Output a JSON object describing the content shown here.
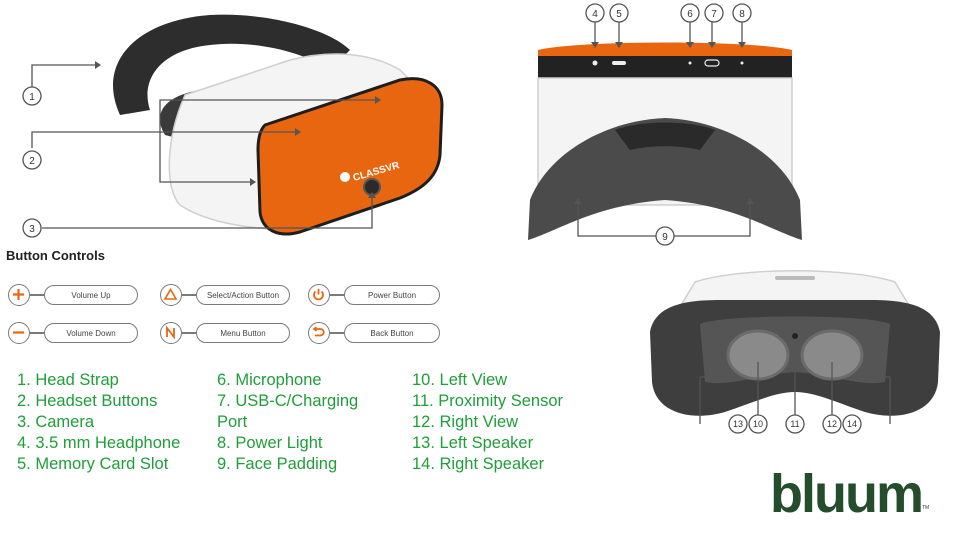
{
  "button_controls": {
    "title": "Button Controls",
    "items": [
      {
        "label": "Volume Up",
        "icon": "plus-icon"
      },
      {
        "label": "Volume Down",
        "icon": "minus-icon"
      },
      {
        "label": "Select/Action Button",
        "icon": "triangle-icon"
      },
      {
        "label": "Menu Button",
        "icon": "n-icon"
      },
      {
        "label": "Power Button",
        "icon": "power-icon"
      },
      {
        "label": "Back Button",
        "icon": "back-arrow-icon"
      }
    ]
  },
  "legend": {
    "col1": [
      "1. Head Strap",
      "2. Headset Buttons",
      "3. Camera",
      "4. 3.5 mm Headphone",
      "5. Memory Card Slot"
    ],
    "col2": [
      "6. Microphone",
      "7. USB-C/Charging",
      "Port",
      "8. Power Light",
      "9. Face Padding"
    ],
    "col3": [
      "10. Left View",
      "11. Proximity Sensor",
      "12. Right View",
      "13. Left Speaker",
      "14. Right Speaker"
    ]
  },
  "callouts": {
    "c1": "1",
    "c2": "2",
    "c3": "3",
    "c4": "4",
    "c5": "5",
    "c6": "6",
    "c7": "7",
    "c8": "8",
    "c9": "9",
    "c10": "10",
    "c11": "11",
    "c12": "12",
    "c13": "13",
    "c14": "14"
  },
  "headset_brand": "CLASSVR",
  "logo": {
    "text": "bluum",
    "trademark": "TM"
  },
  "colors": {
    "accent_orange": "#e8660f",
    "legend_green": "#1f9e3a",
    "logo_green": "#234d2b",
    "icon_orange": "#e8660f"
  }
}
